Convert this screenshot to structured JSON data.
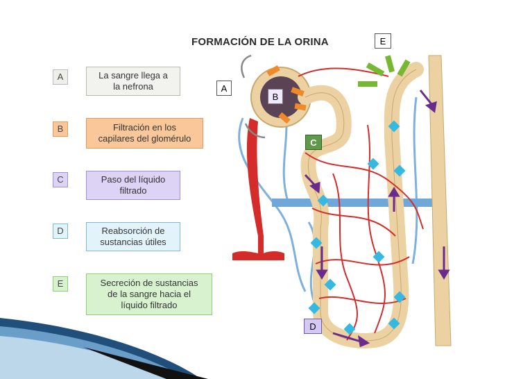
{
  "title": "FORMACIÓN DE LA ORINA",
  "legend": [
    {
      "letter": "A",
      "text": "La sangre llega a\nla nefrona",
      "fill": "#f2f2ee",
      "border": "#b9b9b0"
    },
    {
      "letter": "B",
      "text": "Filtración en los\ncapilares del glomérulo",
      "fill": "#f9c79a",
      "border": "#e39a5c"
    },
    {
      "letter": "C",
      "text": "Paso del líquido\nfiltrado",
      "fill": "#dcd3f5",
      "border": "#9f8fd6"
    },
    {
      "letter": "D",
      "text": "Reabsorción de\nsustancias útiles",
      "fill": "#e3f3fa",
      "border": "#7fb9d6"
    },
    {
      "letter": "E",
      "text": "Secreción de sustancias\nde la sangre hacia el\nlíquido filtrado",
      "fill": "#d8f2cf",
      "border": "#8fcf7a"
    }
  ],
  "diagram_tags": {
    "A": "A",
    "B": "B",
    "C": "C",
    "D": "D",
    "E": "E"
  },
  "colors": {
    "blood": "#d42b2b",
    "vein": "#6fa8d8",
    "tubule": "#ecd2a3",
    "reabsorb": "#35b9e0",
    "secrete": "#77b833",
    "flow": "#6a2c8c"
  }
}
